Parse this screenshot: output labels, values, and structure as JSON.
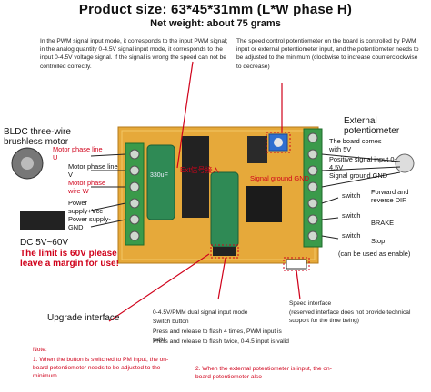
{
  "header": {
    "title": "Product size: 63*45*31mm (L*W phase H)",
    "subtitle": "Net weight: about 75 grams"
  },
  "notes": {
    "pwm_mode": "In the PWM signal input mode, it corresponds to the input PWM signal; in the analog quantity 0-4.5V signal input mode, it corresponds to the input 0-4.5V voltage signal. If the signal is wrong the speed can not be controlled correctly.",
    "speed_pot": "The speed control potentiometer on the board is controlled by PWM input or external potentiometer input, and the potentiometer needs to be adjusted to the minimum (clockwise to increase counterclockwise to decrease)"
  },
  "left_labels": {
    "motor_title": "BLDC three-wire brushless motor",
    "phase_u": "Motor phase line U",
    "phase_v": "Motor phase line V",
    "phase_w": "Motor phase wire W",
    "power_vcc": "Power supply+Vcc",
    "power_gnd": "Power supply-GND",
    "dc_range": "DC 5V~60V",
    "limit_note": "The limit is 60V please leave a margin for use!"
  },
  "right_labels": {
    "ext_pot": "External potentiometer",
    "board_5v": "The board comes with 5V",
    "pos_signal": "Positive signal input 0-4.5V",
    "signal_gnd": "Signal ground GND",
    "switch1": "switch",
    "switch2": "switch",
    "switch3": "switch",
    "fwd_rev": "Forward and reverse DIR",
    "brake": "BRAKE",
    "stop": "Stop",
    "enable_note": "(can be used as enable)"
  },
  "board": {
    "overlay_text": "Ext信号接入",
    "overlay_text2": "Signal ground GND",
    "cap_text": "330uF"
  },
  "bottom": {
    "upgrade": "Upgrade interface",
    "dual_mode": "0-4.5V/PMM dual signal input mode",
    "switch_button": "Switch button",
    "press4": "Press and release to flash 4 times, PWM input is valid",
    "press2": "Press and release to flash twice, 0-4.5 input is valid",
    "speed_iface": "Speed interface",
    "speed_iface_note": "(reserved interface does not provide technical support for the time being)",
    "note_label": "Note:",
    "note1": "1. When the button is switched to PM input, the on-board potentiometer needs to be adjusted to the minimum.",
    "note2": "2. When the external potentiometer is input, the on-board potentiometer also"
  },
  "colors": {
    "board": "#e6a93a",
    "terminal_green": "#3a9a4a",
    "red_arrow": "#d0021b",
    "pot_blue": "#2f6fd0"
  }
}
